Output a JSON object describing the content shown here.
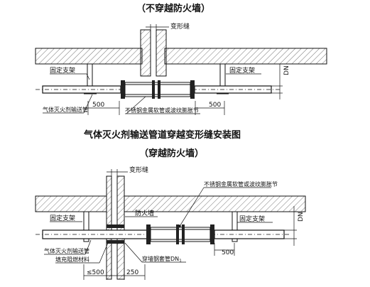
{
  "title": "气体灭火剂输送管道穿越变形缝安装图",
  "top": {
    "heading": "（不穿越防火墙）",
    "joint": "变形缝",
    "support_left": "固定支架",
    "support_right": "固定支架",
    "pipe": "气体灭火剂输送管",
    "hose": "不锈钢金属软管或波纹膨胀节",
    "dim_left": "500",
    "dim_right": "500",
    "dn": "DN"
  },
  "bottom": {
    "heading": "（穿越防火墙）",
    "joint": "变形缝",
    "hose": "不锈钢金属软管或波纹膨胀节",
    "support_left": "固定支架",
    "firewall": "防火墙",
    "support_right": "固定支架",
    "dn": "DN",
    "dim_right": "500",
    "pipe": "气体灭火剂输送管",
    "filler": "填充阻燃材料",
    "sleeve": "穿墙钢套管DN",
    "sleeve_sub": "1",
    "dim_a": "≤500",
    "dim_b": "250"
  }
}
